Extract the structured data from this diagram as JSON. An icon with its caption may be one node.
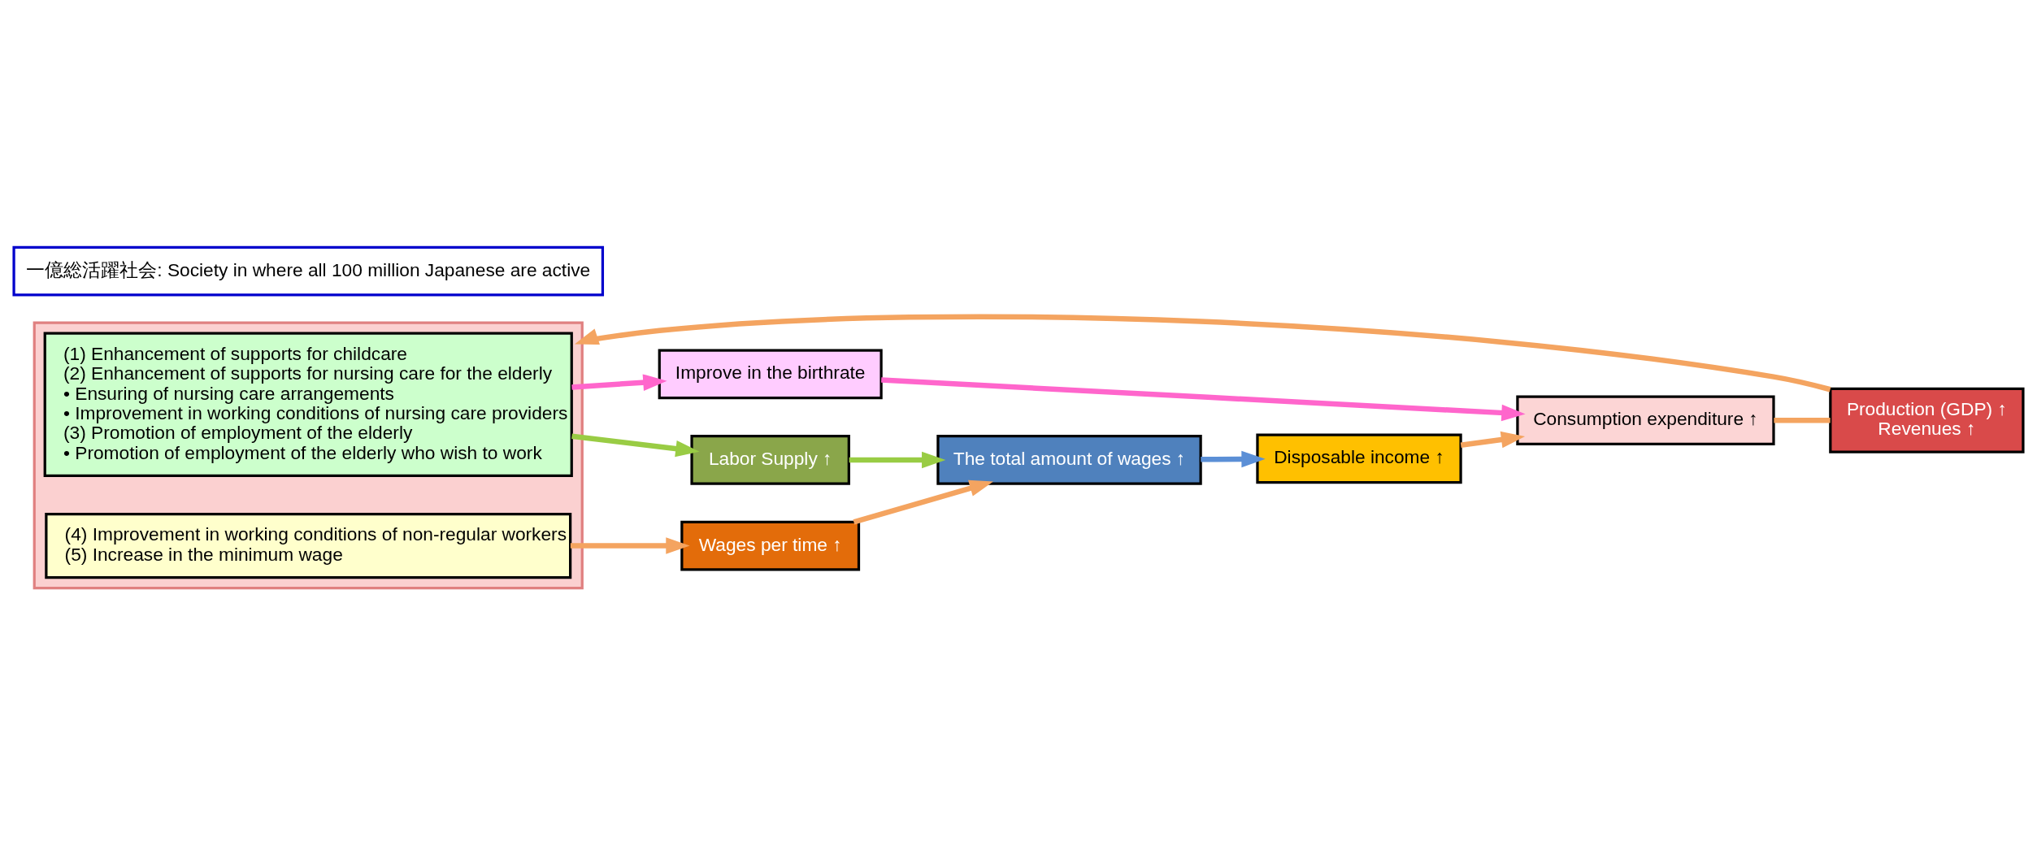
{
  "diagram": {
    "nodes": [
      {
        "text": [
          "Production (GDP) ↑",
          "Revenues ↑"
        ]
      },
      {
        "text": [],
        "shape": "box"
      },
      {
        "text": [
          "(1) Enhancement of supports for childcare",
          "(2) Enhancement of supports for nursing care for the elderly",
          "• Ensuring of nursing care arrangements",
          "• Improvement in working conditions of nursing care providers",
          "(3) Promotion of employment of the elderly",
          "• Promotion of employment of the elderly who wish to work"
        ],
        "in": 1
      },
      {
        "text": [
          "(4) Improvement in working conditions of non-regular workers",
          "(5) Increase in the minimum wage"
        ],
        "in": 1
      },
      {
        "text": [
          "Improve in the birthrate"
        ]
      },
      {
        "text": [
          "Labor Supply ↑"
        ]
      },
      {
        "text": [
          "The total amount of wages ↑"
        ]
      },
      {
        "text": [
          "Wages per time ↑"
        ]
      },
      {
        "text": [
          "Disposable income ↑"
        ]
      },
      {
        "text": [
          "Consumption expenditure ↑"
        ]
      },
      {
        "text": [
          "一億総活躍社会: Society in where all 100 million Japanese are active"
        ]
      }
    ],
    "edges": [
      {
        "from": 9,
        "to": 0,
        "arrow": "none"
      },
      {
        "from": 0,
        "to": 1,
        "arrow": "to"
      },
      {
        "from": 2,
        "to": 4,
        "arrow": "to",
        "color": "#ff66cc"
      },
      {
        "from": 2,
        "to": 5,
        "arrow": "to",
        "color": "#99cc44"
      },
      {
        "from": 5,
        "to": 6,
        "arrow": "to",
        "color": "#99cc44"
      },
      {
        "from": 3,
        "to": 7,
        "arrow": "to"
      },
      {
        "from": 7,
        "to": 6,
        "arrow": "to"
      },
      {
        "from": 6,
        "to": 8,
        "arrow": "to",
        "color": "#5b8fd6"
      },
      {
        "from": 8,
        "to": 9,
        "arrow": "to"
      },
      {
        "from": 4,
        "to": 9,
        "arrow": "to",
        "color": "#ff66cc"
      }
    ]
  }
}
